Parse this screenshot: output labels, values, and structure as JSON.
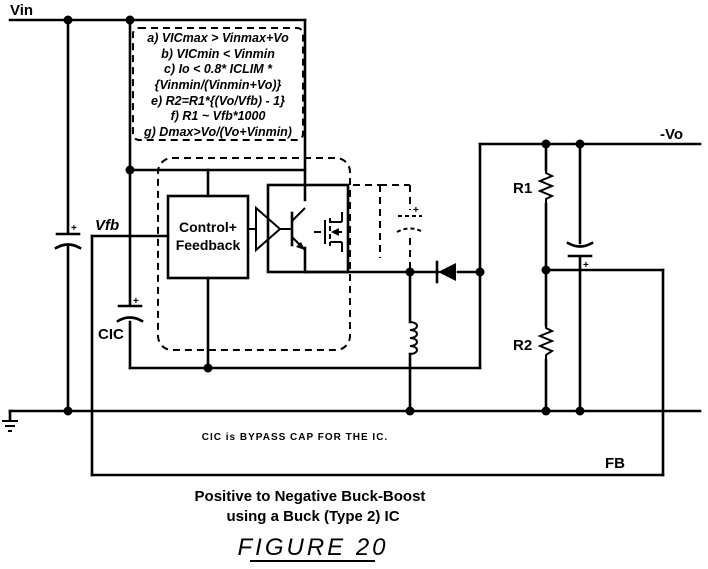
{
  "labels": {
    "vin": "Vin",
    "vo": "-Vo",
    "vfb": "Vfb",
    "cic": "CIC",
    "r1": "R1",
    "r2": "R2",
    "fb": "FB",
    "control_line1": "Control+",
    "control_line2": "Feedback",
    "bypass_note": "CIC is BYPASS CAP FOR THE IC."
  },
  "conditions": [
    "a) VICmax >  Vinmax+Vo",
    "b) VICmin < Vinmin",
    "c) Io < 0.8* ICLIM *",
    "{Vinmin/(Vinmin+Vo)}",
    "e) R2=R1*{(Vo/Vfb)  - 1}",
    "f) R1 ~ Vfb*1000",
    "g) Dmax>Vo/(Vo+Vinmin)"
  ],
  "caption": {
    "line1": "Positive to Negative Buck-Boost",
    "line2": "using a Buck (Type 2) IC",
    "figure": "FIGURE 20"
  },
  "components": {
    "capacitor_symbols": "plus-sign-icon",
    "ground": "ground-icon",
    "diode": "diode-icon",
    "inductor": "inductor-icon"
  }
}
